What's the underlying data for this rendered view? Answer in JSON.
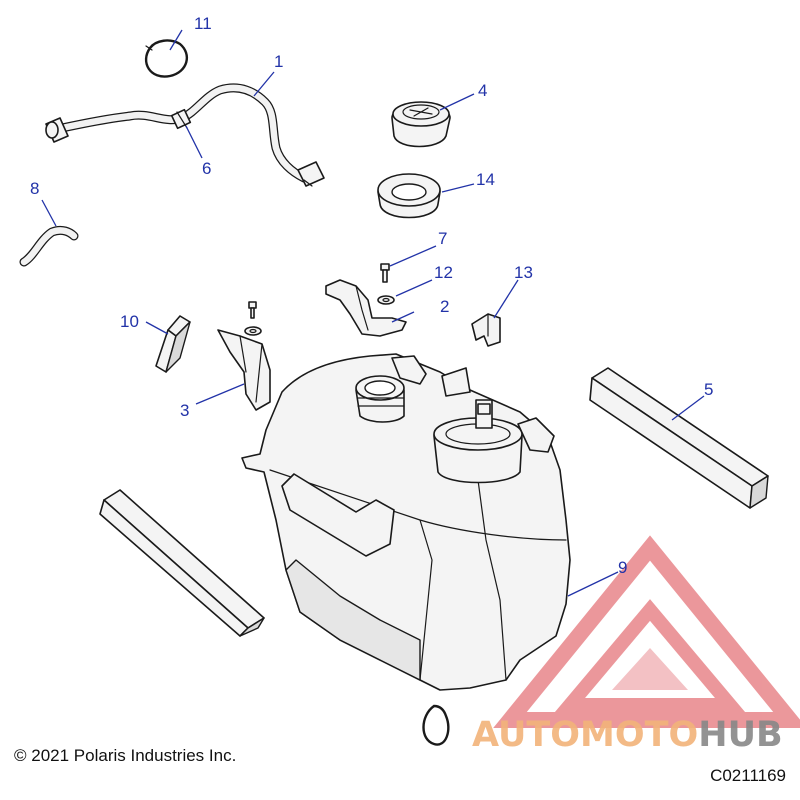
{
  "callouts": [
    {
      "id": "1",
      "label": "1"
    },
    {
      "id": "2",
      "label": "2"
    },
    {
      "id": "3",
      "label": "3"
    },
    {
      "id": "4",
      "label": "4"
    },
    {
      "id": "5",
      "label": "5"
    },
    {
      "id": "6",
      "label": "6"
    },
    {
      "id": "7",
      "label": "7"
    },
    {
      "id": "8",
      "label": "8"
    },
    {
      "id": "9",
      "label": "9"
    },
    {
      "id": "10",
      "label": "10"
    },
    {
      "id": "11",
      "label": "11"
    },
    {
      "id": "12",
      "label": "12"
    },
    {
      "id": "13",
      "label": "13"
    },
    {
      "id": "14",
      "label": "14"
    }
  ],
  "footer": {
    "copyright": "© 2021 Polaris Industries Inc.",
    "drawing_number": "C0211169"
  },
  "watermark": {
    "text_part1": "AUTOMOTO",
    "text_part2": "HUB",
    "color_primary": "#e8868a",
    "color_secondary": "#f2b37a",
    "color_hub": "#888888"
  },
  "colors": {
    "callout": "#2233a8",
    "line_art": "#1a1a1a"
  }
}
